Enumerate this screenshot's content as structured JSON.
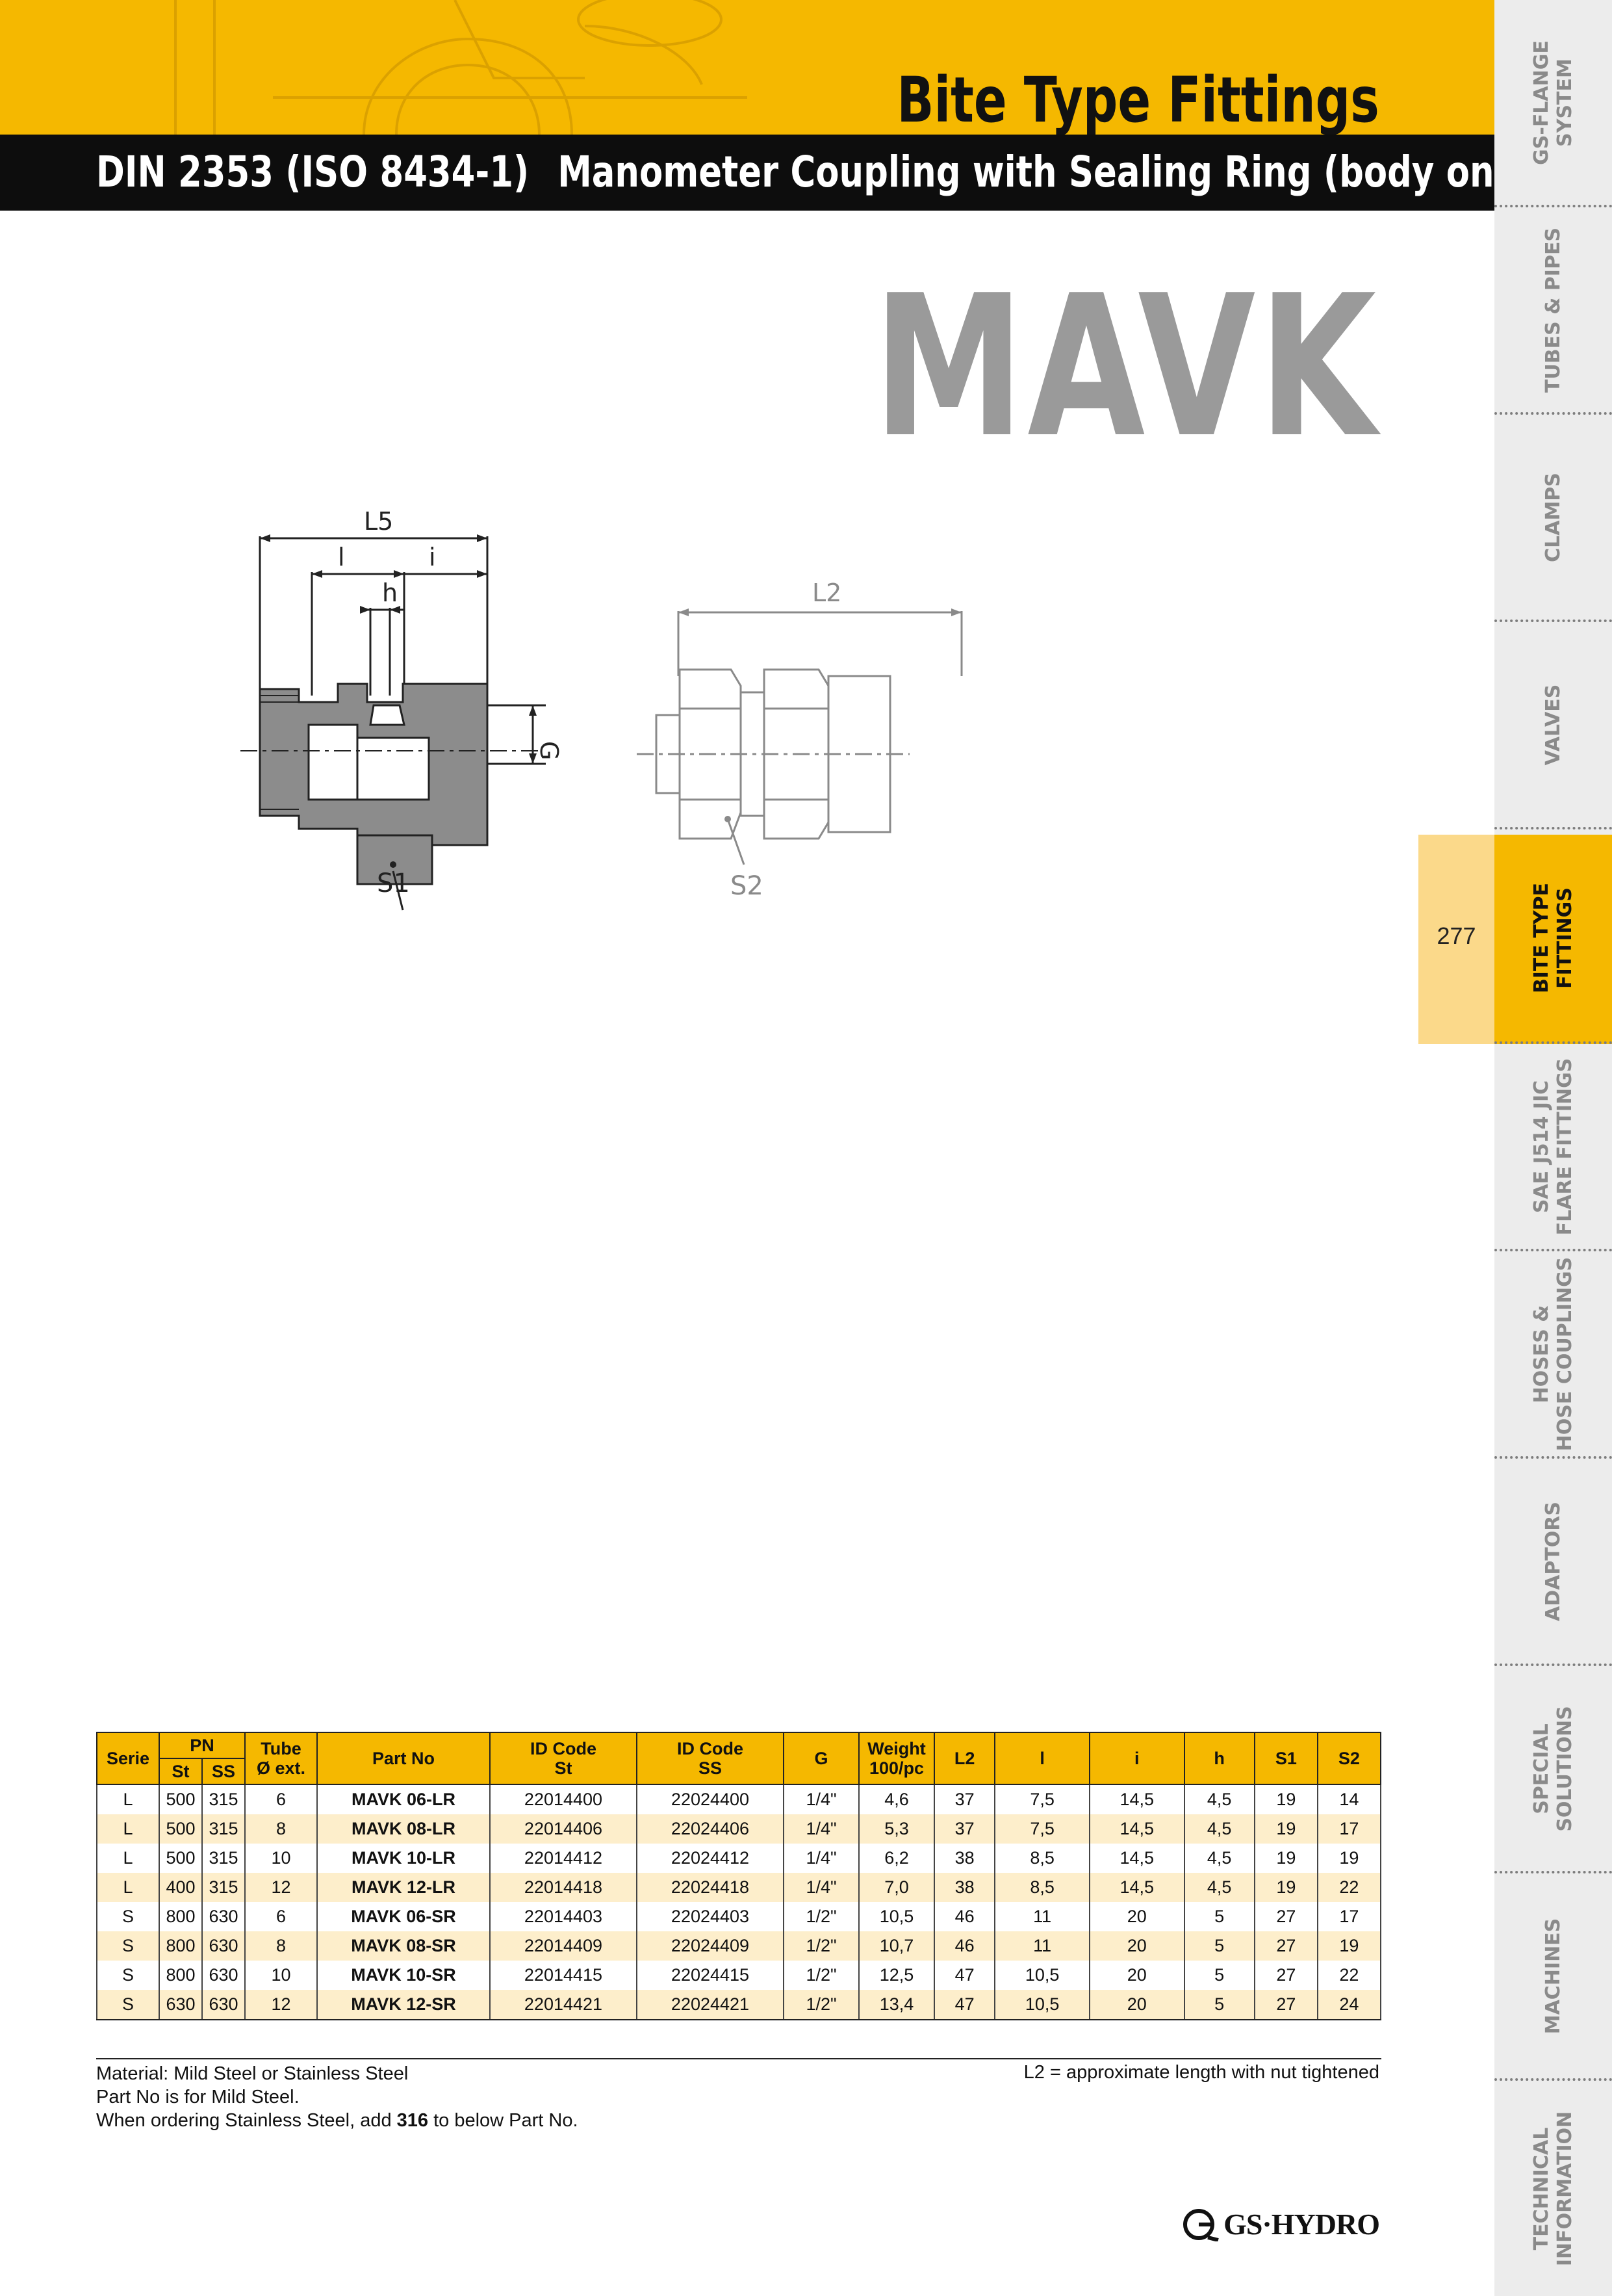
{
  "header": {
    "section_title": "Bite Type Fittings",
    "standard": "DIN 2353 (ISO 8434-1)",
    "description": "Manometer Coupling with Sealing Ring (body only)",
    "product_code": "MAVK",
    "accent_color": "#f5b800"
  },
  "side_nav": {
    "tabs": [
      {
        "label_line1": "GS-FLANGE",
        "label_line2": "SYSTEM"
      },
      {
        "label_line1": "TUBES & PIPES",
        "label_line2": ""
      },
      {
        "label_line1": "CLAMPS",
        "label_line2": ""
      },
      {
        "label_line1": "VALVES",
        "label_line2": ""
      },
      {
        "label_line1": "BITE TYPE",
        "label_line2": "FITTINGS"
      },
      {
        "label_line1": "SAE J514 JIC",
        "label_line2": "FLARE FITTINGS"
      },
      {
        "label_line1": "HOSES &",
        "label_line2": "HOSE COUPLINGS"
      },
      {
        "label_line1": "ADAPTORS",
        "label_line2": ""
      },
      {
        "label_line1": "SPECIAL",
        "label_line2": "SOLUTIONS"
      },
      {
        "label_line1": "MACHINES",
        "label_line2": ""
      },
      {
        "label_line1": "TECHNICAL",
        "label_line2": "INFORMATION"
      }
    ],
    "active_index": 4,
    "page_number": "277"
  },
  "drawings": {
    "left": {
      "dim_l5": "L5",
      "dim_l": "l",
      "dim_i": "i",
      "dim_h": "h",
      "dim_g": "G",
      "label": "S1"
    },
    "right": {
      "dim_l2": "L2",
      "label": "S2"
    }
  },
  "table": {
    "headers": {
      "serie": "Serie",
      "pn": "PN",
      "st": "St",
      "ss": "SS",
      "tube_1": "Tube",
      "tube_2": "Ø ext.",
      "part_no": "Part No",
      "id_st_1": "ID Code",
      "id_st_2": "St",
      "id_ss_1": "ID Code",
      "id_ss_2": "SS",
      "g": "G",
      "weight_1": "Weight",
      "weight_2": "100/pc",
      "l2": "L2",
      "l": "l",
      "i": "i",
      "h": "h",
      "s1": "S1",
      "s2": "S2"
    },
    "rows": [
      [
        "L",
        "500",
        "315",
        "6",
        "MAVK 06-LR",
        "22014400",
        "22024400",
        "1/4\"",
        "4,6",
        "37",
        "7,5",
        "14,5",
        "4,5",
        "19",
        "14"
      ],
      [
        "L",
        "500",
        "315",
        "8",
        "MAVK 08-LR",
        "22014406",
        "22024406",
        "1/4\"",
        "5,3",
        "37",
        "7,5",
        "14,5",
        "4,5",
        "19",
        "17"
      ],
      [
        "L",
        "500",
        "315",
        "10",
        "MAVK 10-LR",
        "22014412",
        "22024412",
        "1/4\"",
        "6,2",
        "38",
        "8,5",
        "14,5",
        "4,5",
        "19",
        "19"
      ],
      [
        "L",
        "400",
        "315",
        "12",
        "MAVK 12-LR",
        "22014418",
        "22024418",
        "1/4\"",
        "7,0",
        "38",
        "8,5",
        "14,5",
        "4,5",
        "19",
        "22"
      ],
      [
        "S",
        "800",
        "630",
        "6",
        "MAVK 06-SR",
        "22014403",
        "22024403",
        "1/2\"",
        "10,5",
        "46",
        "11",
        "20",
        "5",
        "27",
        "17"
      ],
      [
        "S",
        "800",
        "630",
        "8",
        "MAVK 08-SR",
        "22014409",
        "22024409",
        "1/2\"",
        "10,7",
        "46",
        "11",
        "20",
        "5",
        "27",
        "19"
      ],
      [
        "S",
        "800",
        "630",
        "10",
        "MAVK 10-SR",
        "22014415",
        "22024415",
        "1/2\"",
        "12,5",
        "47",
        "10,5",
        "20",
        "5",
        "27",
        "22"
      ],
      [
        "S",
        "630",
        "630",
        "12",
        "MAVK 12-SR",
        "22014421",
        "22024421",
        "1/2\"",
        "13,4",
        "47",
        "10,5",
        "20",
        "5",
        "27",
        "24"
      ]
    ]
  },
  "notes": {
    "material": "Material: Mild Steel or Stainless Steel",
    "part_no": "Part No is for Mild Steel.",
    "ordering_prefix": "When ordering Stainless Steel, add ",
    "ordering_bold": "316",
    "ordering_suffix": " to below Part No.",
    "l2_note": "L2 = approximate length with nut tightened"
  },
  "logo": {
    "text": "GS·HYDRO"
  }
}
